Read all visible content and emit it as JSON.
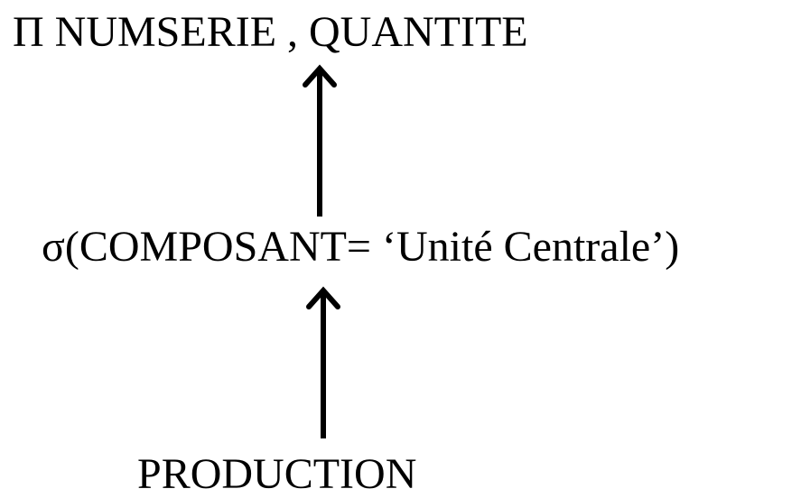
{
  "diagram": {
    "nodes": {
      "projection": {
        "text": "Π NUMSERIE , QUANTITE"
      },
      "selection": {
        "text": "σ(COMPOSANT= ‘Unité Centrale’)"
      },
      "relation": {
        "text": "PRODUCTION"
      }
    },
    "edges": [
      {
        "from": "selection",
        "to": "projection",
        "style": "arrow-up"
      },
      {
        "from": "relation",
        "to": "selection",
        "style": "arrow-up"
      }
    ],
    "colors": {
      "text": "#000000",
      "arrow": "#000000",
      "background": "#ffffff"
    }
  }
}
